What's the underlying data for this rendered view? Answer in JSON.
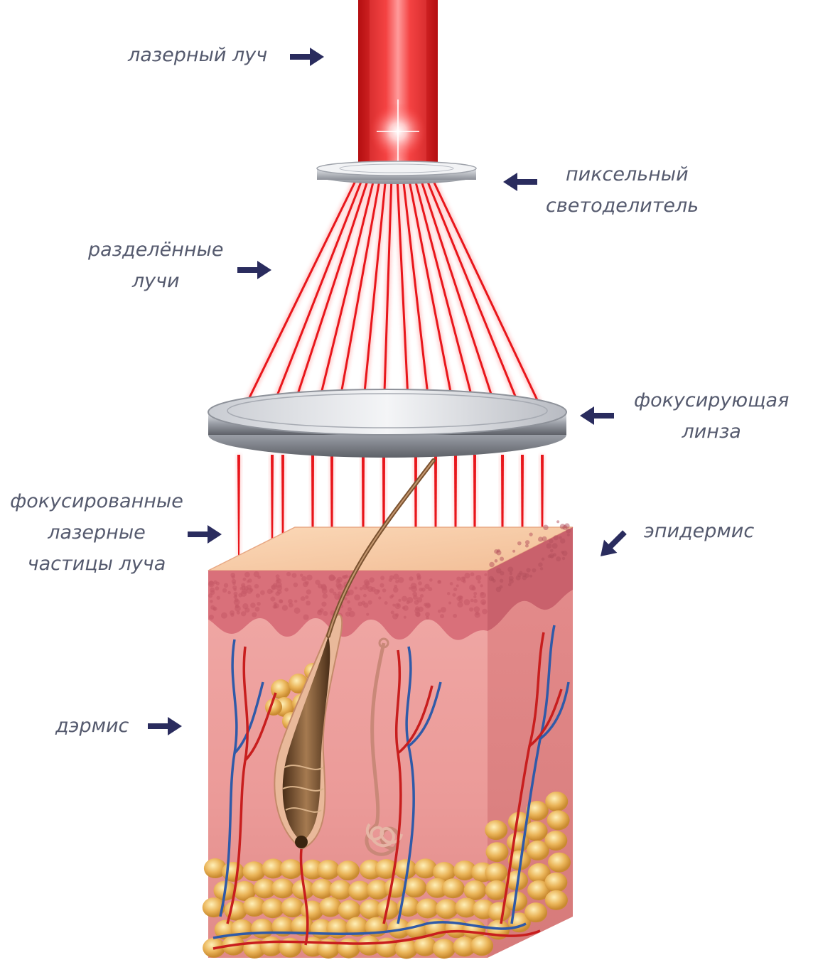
{
  "labels": {
    "laser_beam": [
      "лазерный луч"
    ],
    "pixel_splitter": [
      "пиксельный",
      "светоделитель"
    ],
    "split_beams": [
      "разделённые",
      "лучи"
    ],
    "focusing_lens": [
      "фокусирующая",
      "линза"
    ],
    "focused_particles": [
      "фокусированные",
      "лазерные",
      "частицы луча"
    ],
    "epidermis": [
      "эпидермис"
    ],
    "dermis": [
      "дэрмис"
    ]
  },
  "colors": {
    "label_text": "#555a6e",
    "arrow": "#2a2c5e",
    "laser": "#e8161b",
    "skin_top": "#f6c9a4",
    "epidermis": "#d9707a",
    "dermis": "#eba0a0",
    "fat": "#e8b450",
    "vein": "#2f5aa8",
    "artery": "#c81e1e",
    "hair": "#6a4526",
    "lens": "#a8acb2"
  }
}
